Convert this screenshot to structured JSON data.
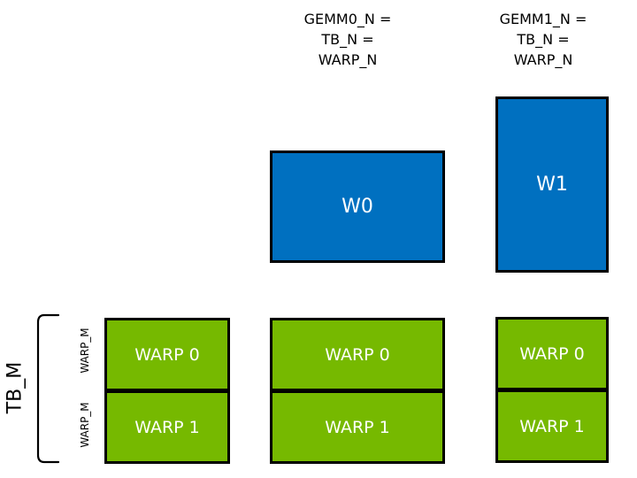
{
  "colors": {
    "blue": "#0070C0",
    "green": "#76B900",
    "border": "#000000",
    "background": "#FFFFFF",
    "box_text": "#FFFFFF",
    "text": "#000000"
  },
  "headers": [
    {
      "text": "GEMM0_N =\nTB_N =\nWARP_N"
    },
    {
      "text": "GEMM1_N =\nTB_N =\nWARP_N"
    }
  ],
  "blue_boxes": [
    {
      "label": "W0"
    },
    {
      "label": "W1"
    }
  ],
  "warp_groups": [
    {
      "cells": [
        {
          "label": "WARP 0"
        },
        {
          "label": "WARP 1"
        }
      ]
    },
    {
      "cells": [
        {
          "label": "WARP 0"
        },
        {
          "label": "WARP 1"
        }
      ]
    },
    {
      "cells": [
        {
          "label": "WARP 0"
        },
        {
          "label": "WARP 1"
        }
      ]
    }
  ],
  "side_labels": {
    "tb_m": "TB_M",
    "warp_m_top": "WARP_M",
    "warp_m_bottom": "WARP_M"
  }
}
